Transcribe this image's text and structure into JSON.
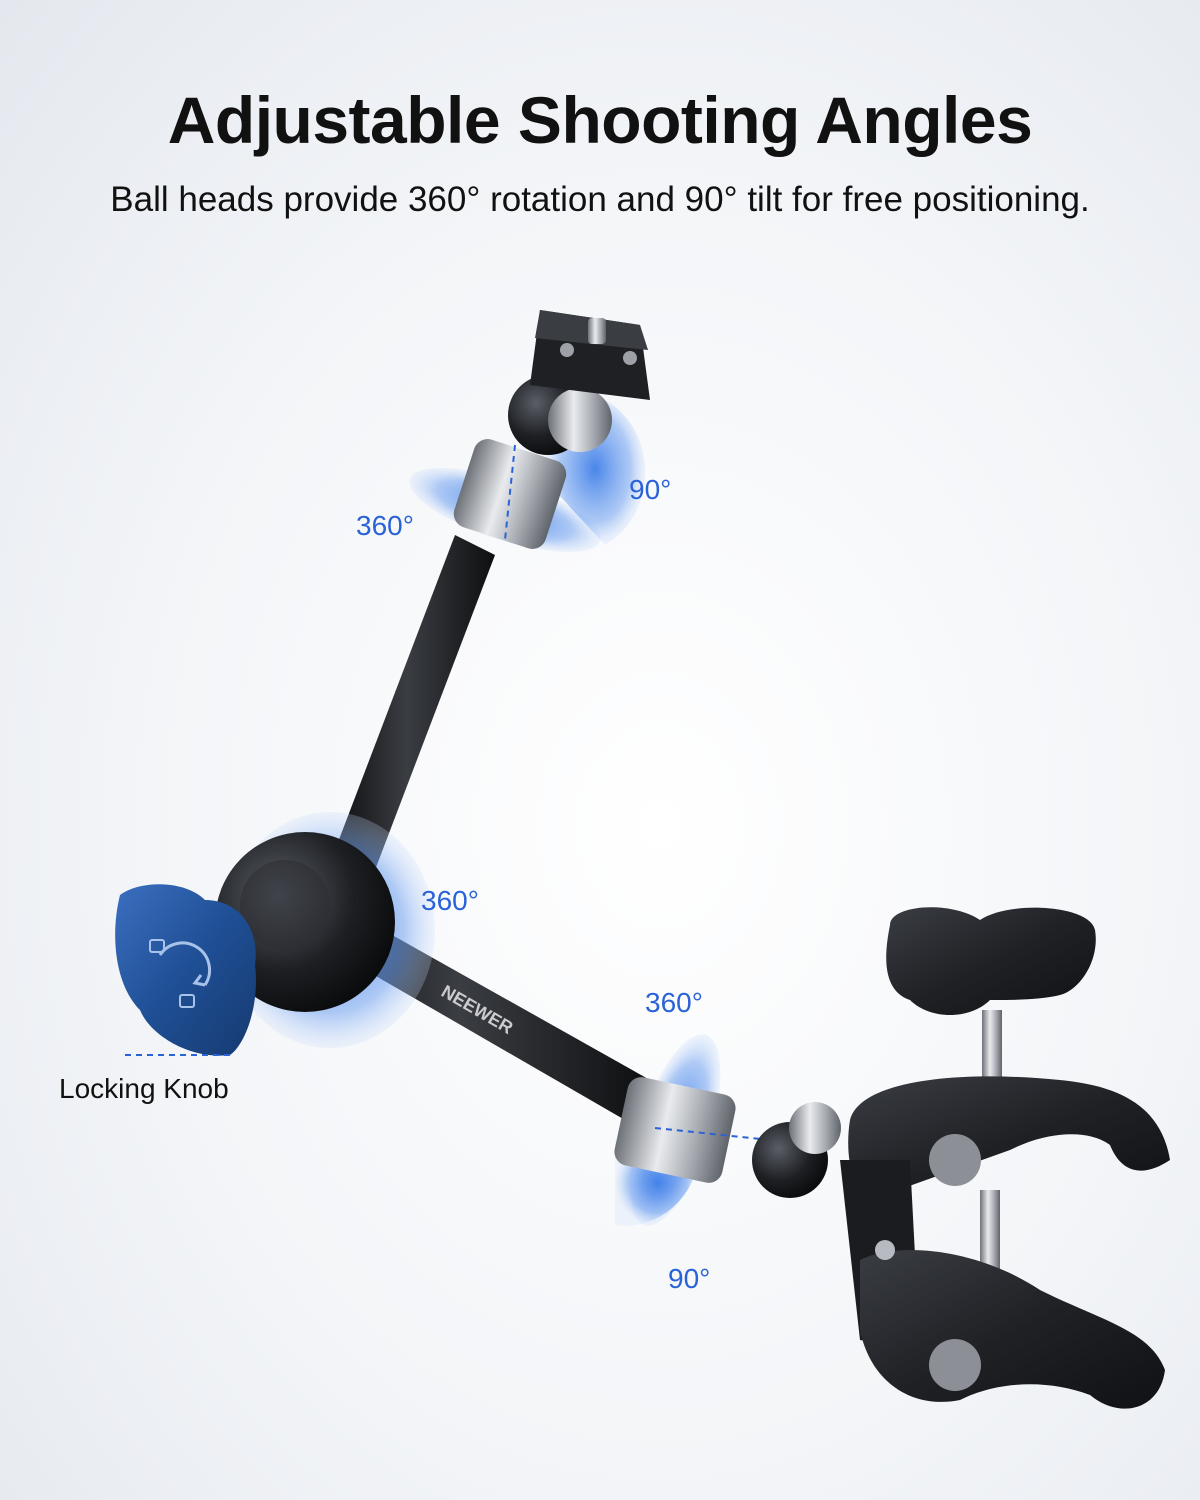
{
  "headline": "Adjustable Shooting Angles",
  "subheadline": "Ball heads provide 360° rotation and 90° tilt for free positioning.",
  "angle_labels": {
    "top_rotation": "360°",
    "top_tilt": "90°",
    "middle_rotation": "360°",
    "lower_rotation": "360°",
    "lower_tilt": "90°"
  },
  "callouts": {
    "locking_knob": "Locking Knob"
  },
  "brand_on_arm": "NEEWER",
  "colors": {
    "accent_blue": "#2a62d8",
    "knob_blue": "#1f4f95",
    "arm_black": "#1c1d20",
    "text": "#111111"
  }
}
